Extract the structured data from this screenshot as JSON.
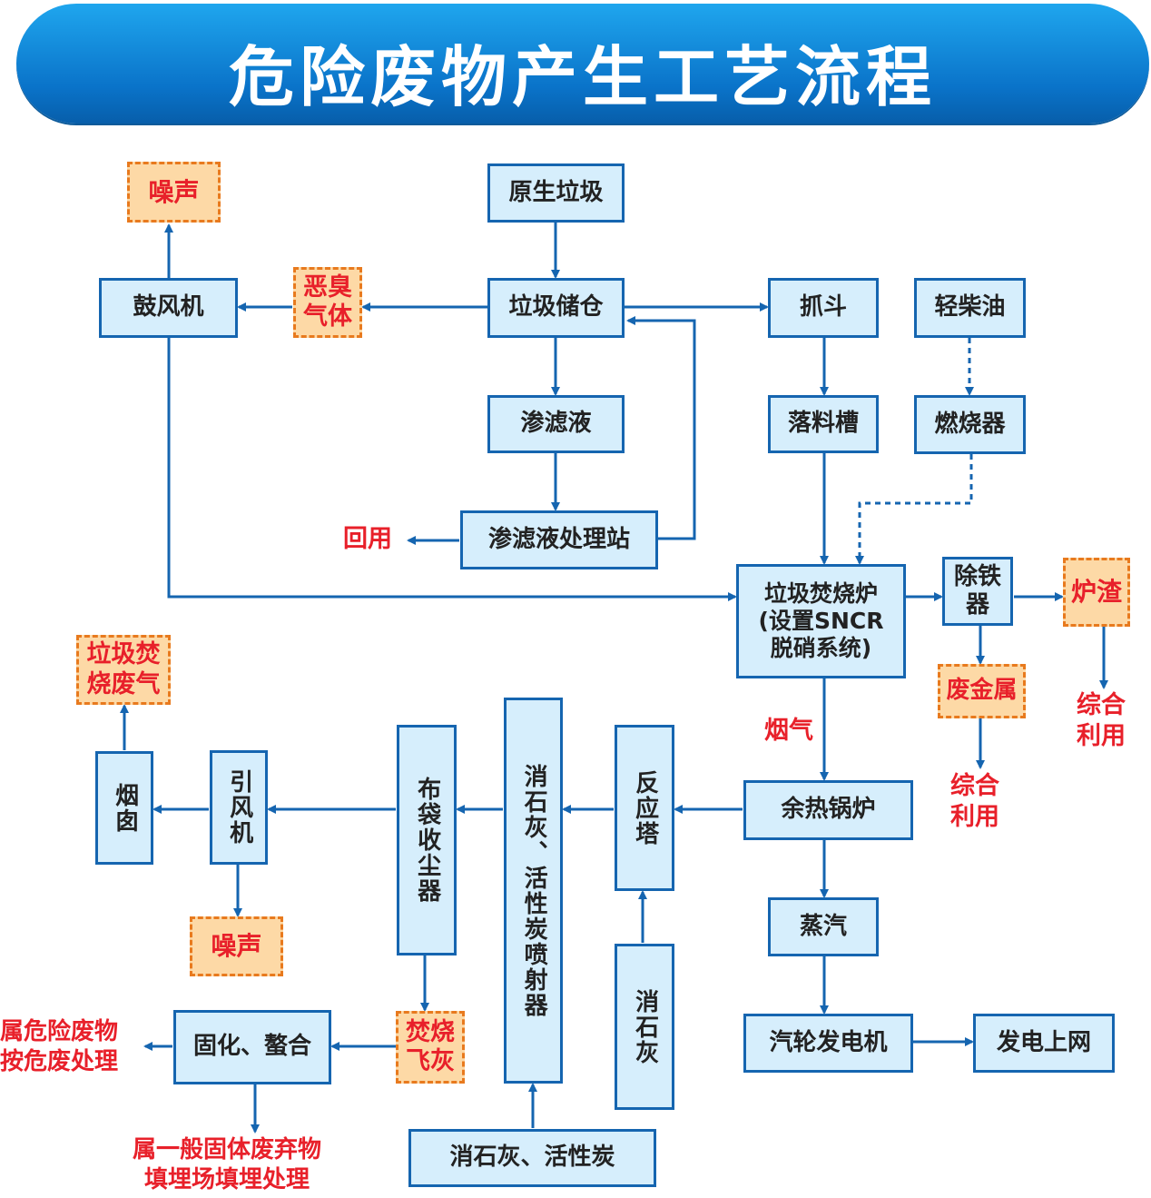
{
  "title": "危险废物产生工艺流程",
  "nodes": {
    "raw_waste": "原生垃圾",
    "storage": "垃圾储仓",
    "blower": "鼓风机",
    "grab": "抓斗",
    "light_oil": "轻柴油",
    "leachate": "渗滤液",
    "chute": "落料槽",
    "burner": "燃烧器",
    "leachate_station": "渗滤液处理站",
    "incinerator_line1": "垃圾焚烧炉",
    "incinerator_line2": "(设置SNCR",
    "incinerator_line3": "脱硝系统)",
    "iron_remover": "除铁器",
    "waste_heat_boiler": "余热锅炉",
    "steam": "蒸汽",
    "turbine": "汽轮发电机",
    "grid": "发电上网",
    "reaction_tower": "反应塔",
    "lime_carbon_injector": "消石灰、活性炭喷射器",
    "lime": "消石灰",
    "lime_carbon": "消石灰、活性炭",
    "bag_filter": "布袋收尘器",
    "induced_fan": "引风机",
    "chimney": "烟囱",
    "solidify": "固化、螯合"
  },
  "hazards": {
    "noise_top": "噪声",
    "odor_line1": "恶臭",
    "odor_line2": "气体",
    "slag": "炉渣",
    "scrap_metal": "废金属",
    "flue_gas_line1": "垃圾焚",
    "flue_gas_line2": "烧废气",
    "noise_bottom": "噪声",
    "fly_ash_line1": "焚烧",
    "fly_ash_line2": "飞灰"
  },
  "labels": {
    "reuse": "回用",
    "smoke": "烟气",
    "slag_use_line1": "综合",
    "slag_use_line2": "利用",
    "metal_use_line1": "综合",
    "metal_use_line2": "利用",
    "hazardous_line1": "属危险废物",
    "hazardous_line2": "按危废处理",
    "general_line1": "属一般固体废弃物",
    "general_line2": "填埋场填埋处理"
  },
  "colors": {
    "banner": "#0a73c9",
    "box_fill": "#d6eefc",
    "box_border": "#1565b0",
    "hazard_fill": "#fdd9a6",
    "hazard_border": "#e87a1e",
    "red_text": "#e8202a"
  }
}
